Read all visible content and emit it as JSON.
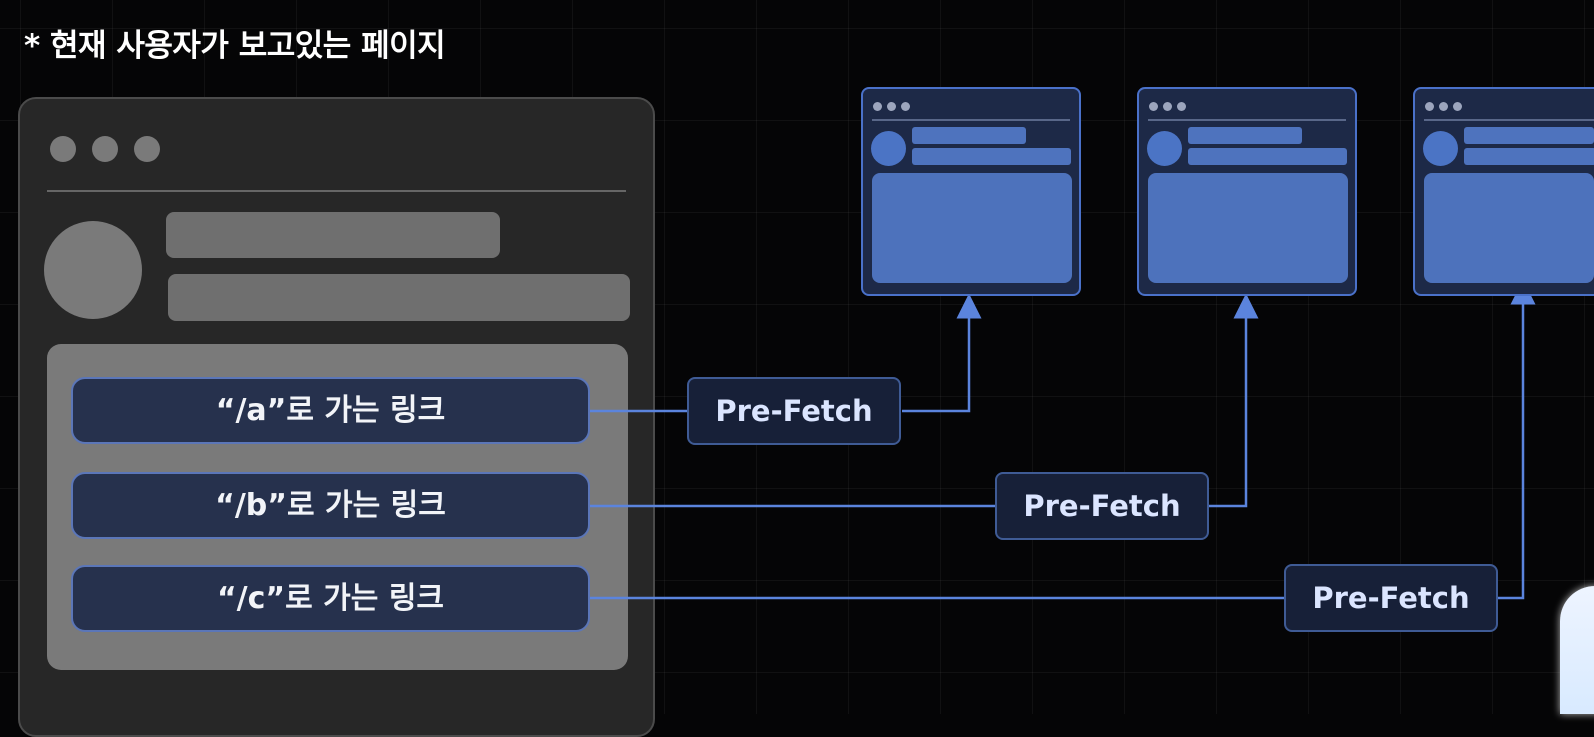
{
  "title": "* 현재 사용자가 보고있는 페이지",
  "links": [
    {
      "label": "“/a”로 가는 링크"
    },
    {
      "label": "“/b”로 가는 링크"
    },
    {
      "label": "“/c”로 가는 링크"
    }
  ],
  "prefetch": [
    {
      "label": "Pre-Fetch"
    },
    {
      "label": "Pre-Fetch"
    },
    {
      "label": "Pre-Fetch"
    }
  ],
  "colors": {
    "background": "#050506",
    "accent_blue": "#4a71c9",
    "link_fill": "#26314d",
    "prefetch_fill": "#172038",
    "panel_gray": "#272727"
  }
}
